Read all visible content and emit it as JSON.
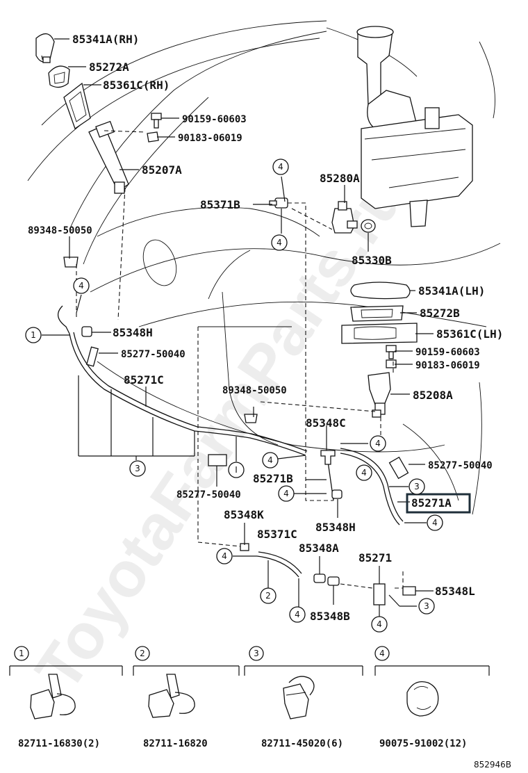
{
  "watermark": "ToyotaFarmParts.ru",
  "diagram_id": "852946B",
  "labels": {
    "p85341A_RH": "85341A(RH)",
    "p85272A": "85272A",
    "p85361C_RH": "85361C(RH)",
    "p90159_top": "90159-60603",
    "p90183_top": "90183-06019",
    "p85207A": "85207A",
    "p85280A": "85280A",
    "p85371B": "85371B",
    "p89348_top": "89348-50050",
    "p85330B": "85330B",
    "p85341A_LH": "85341A(LH)",
    "p85272B": "85272B",
    "p85361C_LH": "85361C(LH)",
    "p85348H_left": "85348H",
    "p85277_left": "85277-50040",
    "p90159_right": "90159-60603",
    "p90183_right": "90183-06019",
    "p85271C": "85271C",
    "p89348_mid": "89348-50050",
    "p85208A": "85208A",
    "p85348C": "85348C",
    "p85277_right": "85277-50040",
    "p85271B": "85271B",
    "p85277_bottom": "85277-50040",
    "p85271A": "85271A",
    "p85348K": "85348K",
    "p85348H_bottom": "85348H",
    "p85371C": "85371C",
    "p85348A": "85348A",
    "p85271": "85271",
    "p85348L": "85348L",
    "p85348B": "85348B"
  },
  "callouts": {
    "one": "1",
    "two": "2",
    "three": "3",
    "four": "4",
    "roman_one": "I"
  },
  "legend": [
    {
      "marker": "1",
      "part": "82711-16830(2)"
    },
    {
      "marker": "2",
      "part": "82711-16820"
    },
    {
      "marker": "3",
      "part": "82711-45020(6)"
    },
    {
      "marker": "4",
      "part": "90075-91002(12)"
    }
  ]
}
